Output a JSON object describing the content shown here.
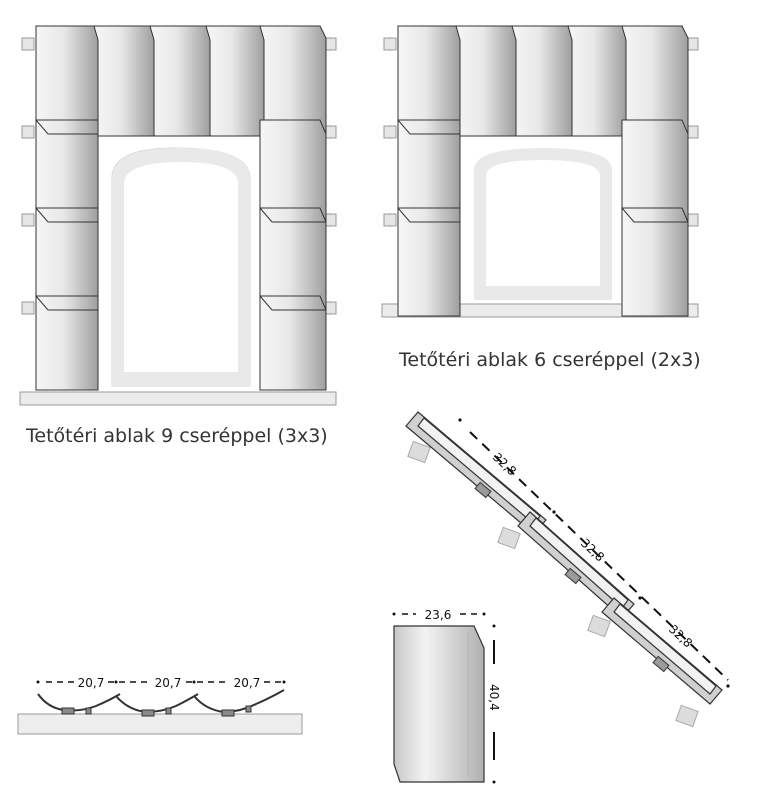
{
  "captions": {
    "window_9": "Tetőtéri ablak 9 cseréppel (3x3)",
    "window_6": "Tetőtéri ablak 6 cseréppel (2x3)"
  },
  "dimensions": {
    "profile_spacing": [
      "20,7",
      "20,7",
      "20,7"
    ],
    "tile_width": "23,6",
    "tile_length": "40,4",
    "batten_spacing": [
      "32,8",
      "32,8",
      "32,8"
    ]
  },
  "colors": {
    "outline": "#333333",
    "tile_light": "#f2f2f2",
    "tile_dark": "#a8a8a8",
    "frame": "#e6e6e6",
    "batten": "#d4d4d4"
  }
}
